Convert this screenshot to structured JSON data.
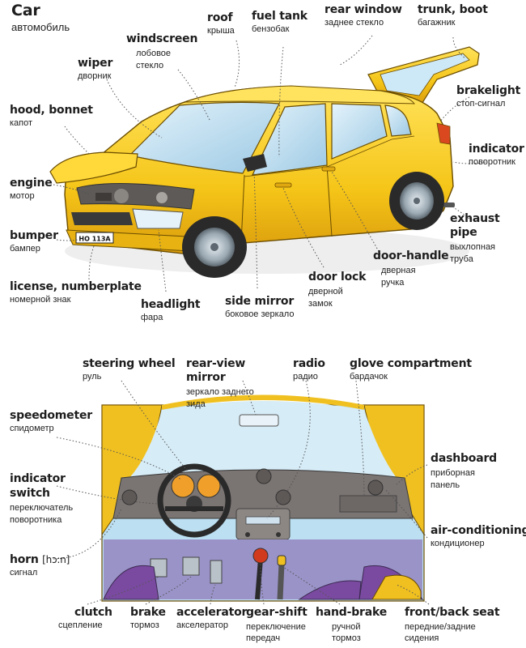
{
  "title": {
    "en": "Car",
    "ru": "автомобиль"
  },
  "exterior_labels": [
    {
      "id": "roof",
      "en": "roof",
      "ru": "крыша"
    },
    {
      "id": "fuel-tank",
      "en": "fuel tank",
      "ru": "бензобак"
    },
    {
      "id": "rear-window",
      "en": "rear window",
      "ru": "заднее стекло"
    },
    {
      "id": "trunk-boot",
      "en": "trunk, boot",
      "ru": "багажник"
    },
    {
      "id": "windscreen",
      "en": "windscreen",
      "ru": "лобовое стекло"
    },
    {
      "id": "wiper",
      "en": "wiper",
      "ru": "дворник"
    },
    {
      "id": "brakelight",
      "en": "brakelight",
      "ru": "стоп-сигнал"
    },
    {
      "id": "hood-bonnet",
      "en": "hood, bonnet",
      "ru": "капот"
    },
    {
      "id": "indicator",
      "en": "indicator",
      "ru": "поворотник"
    },
    {
      "id": "engine",
      "en": "engine",
      "ru": "мотор"
    },
    {
      "id": "exhaust-pipe",
      "en": "exhaust pipe",
      "ru": "выхлопная труба"
    },
    {
      "id": "bumper",
      "en": "bumper",
      "ru": "бампер"
    },
    {
      "id": "door-handle",
      "en": "door-handle",
      "ru": "дверная ручка"
    },
    {
      "id": "door-lock",
      "en": "door lock",
      "ru": "дверной замок"
    },
    {
      "id": "license-plate",
      "en": "license, numberplate",
      "ru": "номерной знак"
    },
    {
      "id": "side-mirror",
      "en": "side mirror",
      "ru": "боковое зеркало"
    },
    {
      "id": "headlight",
      "en": "headlight",
      "ru": "фара"
    }
  ],
  "license_plate_text": "НО 113А",
  "interior_labels": [
    {
      "id": "steering-wheel",
      "en": "steering wheel",
      "ru": "руль"
    },
    {
      "id": "rear-view-mirror",
      "en": "rear-view mirror",
      "ru": "зеркало заднего зида"
    },
    {
      "id": "radio",
      "en": "radio",
      "ru": "радио"
    },
    {
      "id": "glove-compartment",
      "en": "glove compartment",
      "ru": "бардачок"
    },
    {
      "id": "speedometer",
      "en": "speedometer",
      "ru": "спидометр"
    },
    {
      "id": "dashboard",
      "en": "dashboard",
      "ru": "приборная панель"
    },
    {
      "id": "indicator-switch",
      "en": "indicator switch",
      "ru": "переключатель поворотника"
    },
    {
      "id": "air-conditioning",
      "en": "air-conditioning",
      "ru": "кондиционер"
    },
    {
      "id": "horn",
      "en": "horn",
      "transcription": "[hɔ:n]",
      "ru": "сигнал"
    },
    {
      "id": "clutch",
      "en": "clutch",
      "ru": "сцепление"
    },
    {
      "id": "brake",
      "en": "brake",
      "ru": "тормоз"
    },
    {
      "id": "accelerator",
      "en": "accelerator",
      "ru": "акселератор"
    },
    {
      "id": "gear-shift",
      "en": "gear-shift",
      "ru": "переключение передач"
    },
    {
      "id": "hand-brake",
      "en": "hand-brake",
      "ru": "ручной тормоз"
    },
    {
      "id": "front-back-seat",
      "en": "front/back seat",
      "ru": "передние/задние сидения"
    }
  ],
  "colors": {
    "car_body": "#f5c518",
    "car_shade": "#d99a0c",
    "glass": "#bfe0f2",
    "tyre": "#2a2a2a",
    "dashboard": "#7a7472",
    "interior_frame": "#f0c020",
    "seat_purple": "#7a4aa0",
    "gear_knob": "#d23a1e"
  }
}
